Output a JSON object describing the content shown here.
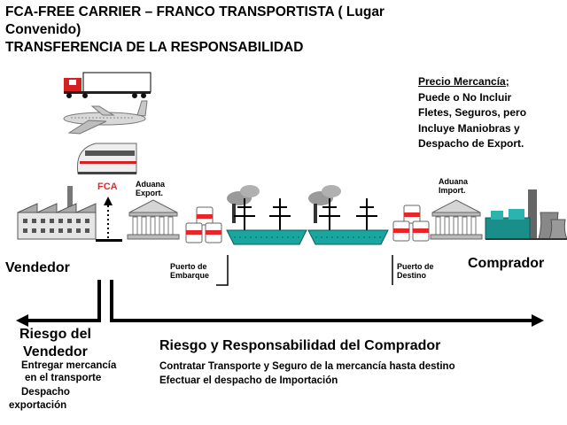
{
  "title": {
    "line1": "FCA-FREE CARRIER – FRANCO TRANSPORTISTA ( Lugar",
    "line2": "Convenido)",
    "line3": "TRANSFERENCIA DE LA RESPONSABILIDAD"
  },
  "price_note": {
    "heading": "Precio Mercancía;",
    "lines": [
      "Puede o No Incluir",
      "Fletes, Seguros, pero",
      "Incluye Maniobras y",
      "Despacho de Export."
    ]
  },
  "labels": {
    "fca": "FCA",
    "aduana_export": [
      "Aduana",
      "Export."
    ],
    "aduana_import": [
      "Aduana",
      "Import."
    ],
    "puerto_embarque": [
      "Puerto de",
      "Embarque"
    ],
    "puerto_destino": [
      "Puerto de",
      "Destino"
    ],
    "vendedor": "Vendedor",
    "comprador": "Comprador"
  },
  "seller_risk": {
    "title": [
      "Riesgo del",
      "Vendedor"
    ],
    "items": [
      "Entregar mercancía",
      "en el transporte",
      "Despacho",
      "exportación"
    ]
  },
  "buyer_risk": {
    "title": "Riesgo y Responsabilidad del Comprador",
    "items": [
      "Contratar Transporte y Seguro de la mercancía hasta destino",
      "Efectuar el despacho de Importación"
    ]
  },
  "colors": {
    "accent_red": "#e8262a",
    "ship_teal": "#1aa6a0",
    "smoke_gray": "#8a8a8a"
  },
  "icons": [
    "truck-icon",
    "airplane-icon",
    "train-icon",
    "factory-icon",
    "customs-building-icon",
    "cargo-drums-icon",
    "ship-icon",
    "power-plant-icon"
  ]
}
